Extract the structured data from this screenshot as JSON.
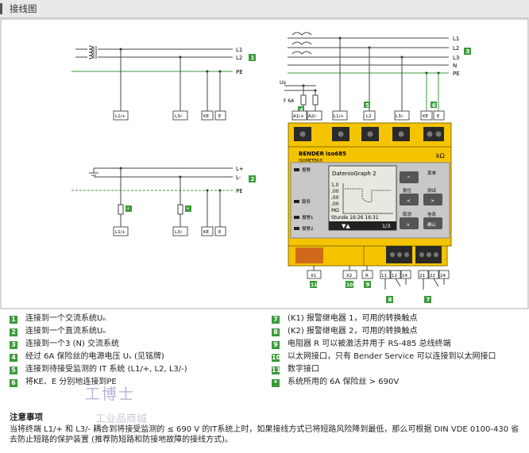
{
  "header": {
    "title": "接线图"
  },
  "diagram": {
    "ac_system_lines": [
      "L1",
      "L2",
      "PE"
    ],
    "dc_system_lines": [
      "L+",
      "L-",
      "PE"
    ],
    "three_phase_lines": [
      "L1",
      "L2",
      "L3",
      "N",
      "PE"
    ],
    "terminals": {
      "ac": [
        "L1/+",
        "L3/-",
        "KE",
        "E"
      ],
      "dc": [
        "L1/+",
        "L3/-",
        "KE",
        "E"
      ],
      "device_top": [
        "A1/+",
        "A2/-",
        "L1/+",
        "L2",
        "L3/-",
        "KE",
        "E"
      ]
    },
    "markers": {
      "m1": "1",
      "m2": "2",
      "m3": "3",
      "m4": "4",
      "m5": "5",
      "m6": "6",
      "m7": "7",
      "m8": "8",
      "m9": "9",
      "m10": "10",
      "m11": "11",
      "star": "*"
    },
    "supply_label": "Us",
    "fuse_label": "F 6A",
    "device": {
      "brand": "BENDER",
      "model": "iso685",
      "series": "ISOMETER®",
      "unit": "kΩ",
      "screen_line1": "DatenioGraph  2",
      "screen_axis": [
        "1,0",
        ",00",
        ",00",
        ",00",
        "MΩ"
      ],
      "screen_bottom_left": "Stunde  16:26  16:31",
      "screen_page": "1/3",
      "side_labels": [
        "报警",
        "服务",
        "报警1",
        "报警2"
      ],
      "buttons": [
        {
          "label": "菜单",
          "arrow": "^"
        },
        {
          "label": "复位",
          "arrow": "<"
        },
        {
          "label": "测试",
          "arrow": ">"
        },
        {
          "label": "取消",
          "arrow": "v"
        },
        {
          "label": "信息",
          "arrow": "确认"
        }
      ],
      "bottom_ports": [
        "X1",
        "X2",
        "R"
      ],
      "relay1_terms": [
        "11",
        "12",
        "14"
      ],
      "relay2_terms": [
        "21",
        "22",
        "24"
      ]
    }
  },
  "legend": {
    "left": [
      {
        "num": "1",
        "text": "连接到一个交流系统Uₙ"
      },
      {
        "num": "2",
        "text": "连接到一个直流系统Uₙ"
      },
      {
        "num": "3",
        "text": "连接到一个3 (N) 交流系统"
      },
      {
        "num": "4",
        "text": "经过 6A 保险丝的电源电压 Uₛ (见铭牌)"
      },
      {
        "num": "5",
        "text": "连接到待接受监测的 IT 系统 (L1/+, L2, L3/-)"
      },
      {
        "num": "6",
        "text": "将KE、E 分别地连接到PE"
      }
    ],
    "right": [
      {
        "num": "7",
        "text": "(K1) 报警继电器 1，可用的转换触点"
      },
      {
        "num": "8",
        "text": "(K2) 报警继电器 2，可用的转换触点"
      },
      {
        "num": "9",
        "text": "电阻器 R 可以被激活并用于 RS-485 总线终端"
      },
      {
        "num": "10",
        "text": "以太网接口，只有 Bender Service 可以连接到以太网接口"
      },
      {
        "num": "11",
        "text": "数字接口"
      },
      {
        "num": "*",
        "text": "系统所用的 6A 保险丝 > 690V"
      }
    ]
  },
  "note": {
    "title": "注意事项",
    "body": "当将终端 L1/+ 和 L3/- 耦合到将接受监测的 ≤ 690 V 的IT系统上时，如果接线方式已将短路风险降到最低，那么可根据 DIN VDE 0100-430 省去防止短路的保护装置 (推荐防短路和防接地故障的接线方式)。"
  },
  "watermark": {
    "line1": "工博士",
    "line2": "工业品商城"
  },
  "colors": {
    "accent": "#3c9a3c",
    "device_yellow": "#f5c400",
    "pe_line": "#3c9a3c",
    "terminal_box": "#666666"
  }
}
